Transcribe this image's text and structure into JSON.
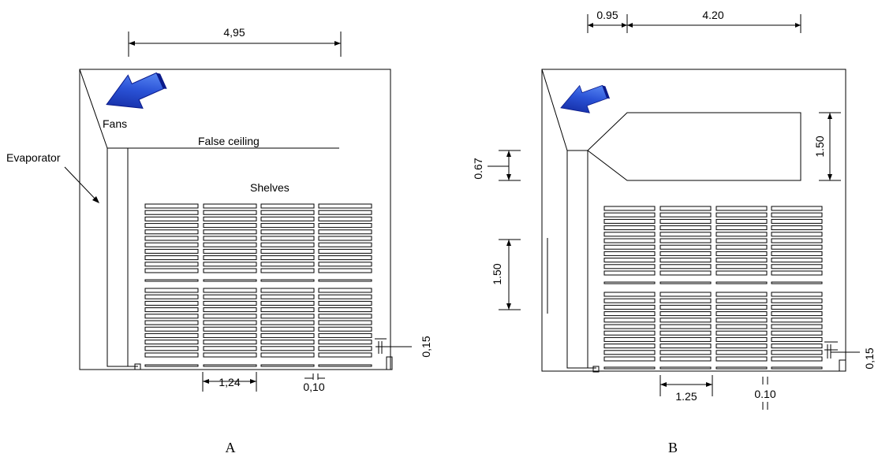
{
  "panelA": {
    "caption": "A",
    "dim_width": "4,95",
    "label_fans": "Fans",
    "label_false_ceiling": "False ceiling",
    "label_evaporator": "Evaporator",
    "label_shelves": "Shelves",
    "dim_shelf_width": "1,24",
    "dim_gap": "0,10",
    "dim_clearance": "0,15"
  },
  "panelB": {
    "caption": "B",
    "dim_left": "0.95",
    "dim_duct_width": "4.20",
    "dim_duct_height": "1.50",
    "dim_neck": "0.67",
    "dim_section": "1.50",
    "dim_shelf_width": "1.25",
    "dim_gap": "0.10",
    "dim_clearance": "0,15"
  },
  "colors": {
    "arrow_dark": "#0a1a8a",
    "arrow_light": "#3f7cf0",
    "line": "#000000"
  }
}
